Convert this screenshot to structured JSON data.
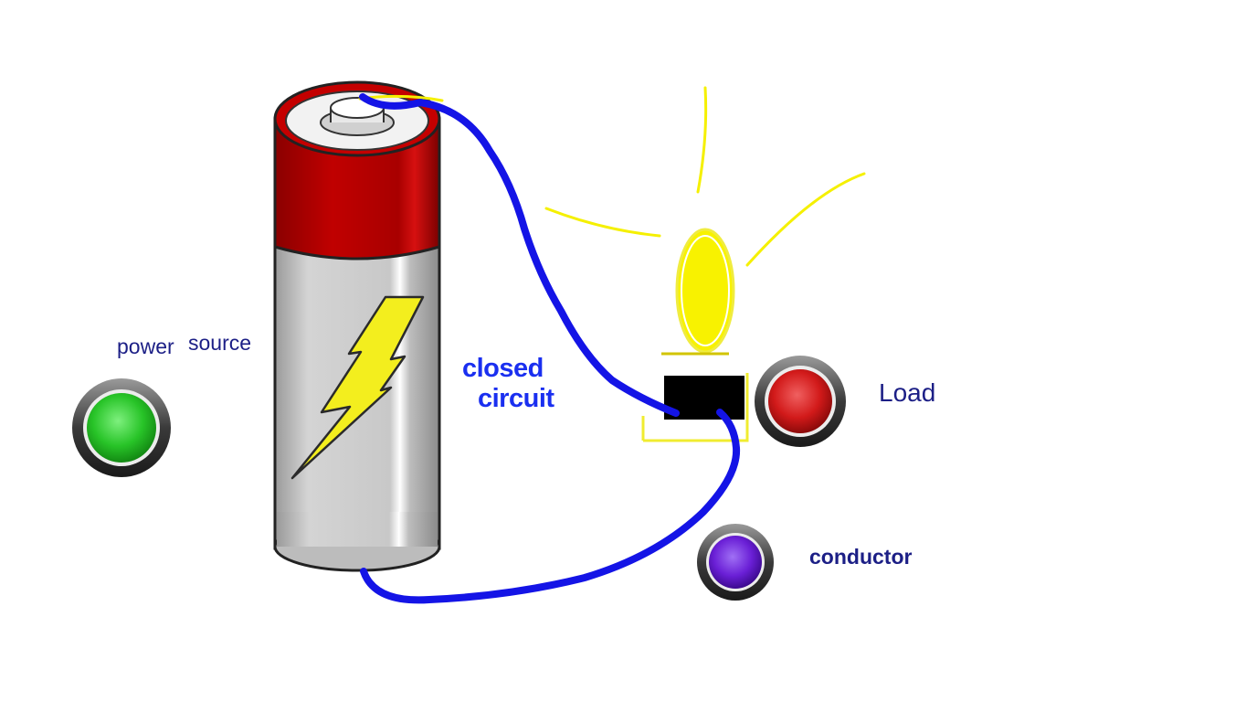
{
  "labels": {
    "power": "power",
    "source": "source",
    "closed": "closed",
    "circuit": "circuit",
    "load": "Load",
    "conductor": "conductor"
  },
  "legend_buttons": [
    {
      "name": "power-source-button",
      "color": "#2ec82e"
    },
    {
      "name": "load-button",
      "color": "#d21a1a"
    },
    {
      "name": "conductor-button",
      "color": "#6a1fd6"
    }
  ],
  "colors": {
    "wire": "#1414e6",
    "glow": "#f5f000",
    "battery_cap": "#b50000",
    "battery_body": "#cfcfcf",
    "bolt": "#f3ee1e",
    "text_navy": "#1c1f86",
    "text_blue": "#1a2ff0"
  },
  "icons": {
    "battery": "battery-icon",
    "lightning": "lightning-bolt-icon",
    "bulb": "light-bulb-icon"
  }
}
